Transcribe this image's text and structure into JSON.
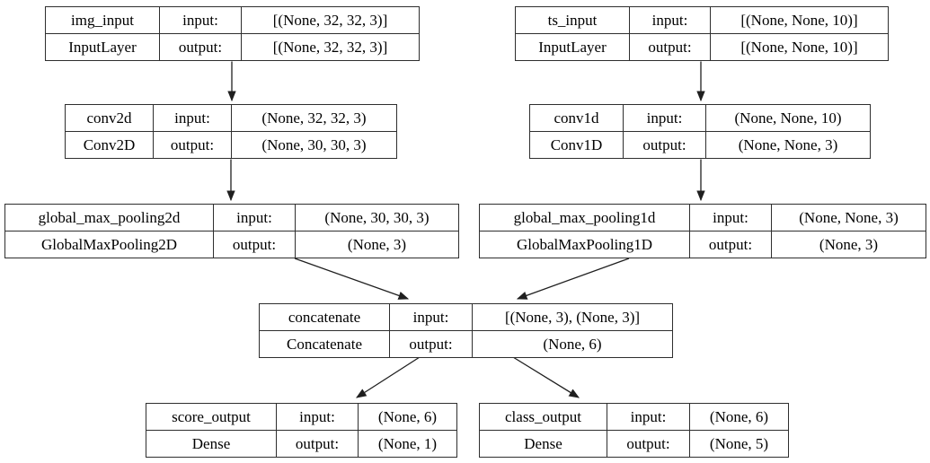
{
  "diagram": {
    "type": "keras-model-architecture",
    "field_labels": {
      "input": "input:",
      "output": "output:"
    },
    "nodes": [
      {
        "id": "img_input",
        "name": "img_input",
        "class_name": "InputLayer",
        "input_shape": "[(None, 32, 32, 3)]",
        "output_shape": "[(None, 32, 32, 3)]"
      },
      {
        "id": "ts_input",
        "name": "ts_input",
        "class_name": "InputLayer",
        "input_shape": "[(None, None, 10)]",
        "output_shape": "[(None, None, 10)]"
      },
      {
        "id": "conv2d",
        "name": "conv2d",
        "class_name": "Conv2D",
        "input_shape": "(None, 32, 32, 3)",
        "output_shape": "(None, 30, 30, 3)"
      },
      {
        "id": "conv1d",
        "name": "conv1d",
        "class_name": "Conv1D",
        "input_shape": "(None, None, 10)",
        "output_shape": "(None, None, 3)"
      },
      {
        "id": "global_max_pooling2d",
        "name": "global_max_pooling2d",
        "class_name": "GlobalMaxPooling2D",
        "input_shape": "(None, 30, 30, 3)",
        "output_shape": "(None, 3)"
      },
      {
        "id": "global_max_pooling1d",
        "name": "global_max_pooling1d",
        "class_name": "GlobalMaxPooling1D",
        "input_shape": "(None, None, 3)",
        "output_shape": "(None, 3)"
      },
      {
        "id": "concatenate",
        "name": "concatenate",
        "class_name": "Concatenate",
        "input_shape": "[(None, 3), (None, 3)]",
        "output_shape": "(None, 6)"
      },
      {
        "id": "score_output",
        "name": "score_output",
        "class_name": "Dense",
        "input_shape": "(None, 6)",
        "output_shape": "(None, 1)"
      },
      {
        "id": "class_output",
        "name": "class_output",
        "class_name": "Dense",
        "input_shape": "(None, 6)",
        "output_shape": "(None, 5)"
      }
    ],
    "edges": [
      {
        "from": "img_input",
        "to": "conv2d"
      },
      {
        "from": "ts_input",
        "to": "conv1d"
      },
      {
        "from": "conv2d",
        "to": "global_max_pooling2d"
      },
      {
        "from": "conv1d",
        "to": "global_max_pooling1d"
      },
      {
        "from": "global_max_pooling2d",
        "to": "concatenate"
      },
      {
        "from": "global_max_pooling1d",
        "to": "concatenate"
      },
      {
        "from": "concatenate",
        "to": "score_output"
      },
      {
        "from": "concatenate",
        "to": "class_output"
      }
    ],
    "colors": {
      "background": "#ffffff",
      "border": "#2e2e2e",
      "text": "#000000",
      "edge": "#1f1f1f"
    }
  }
}
